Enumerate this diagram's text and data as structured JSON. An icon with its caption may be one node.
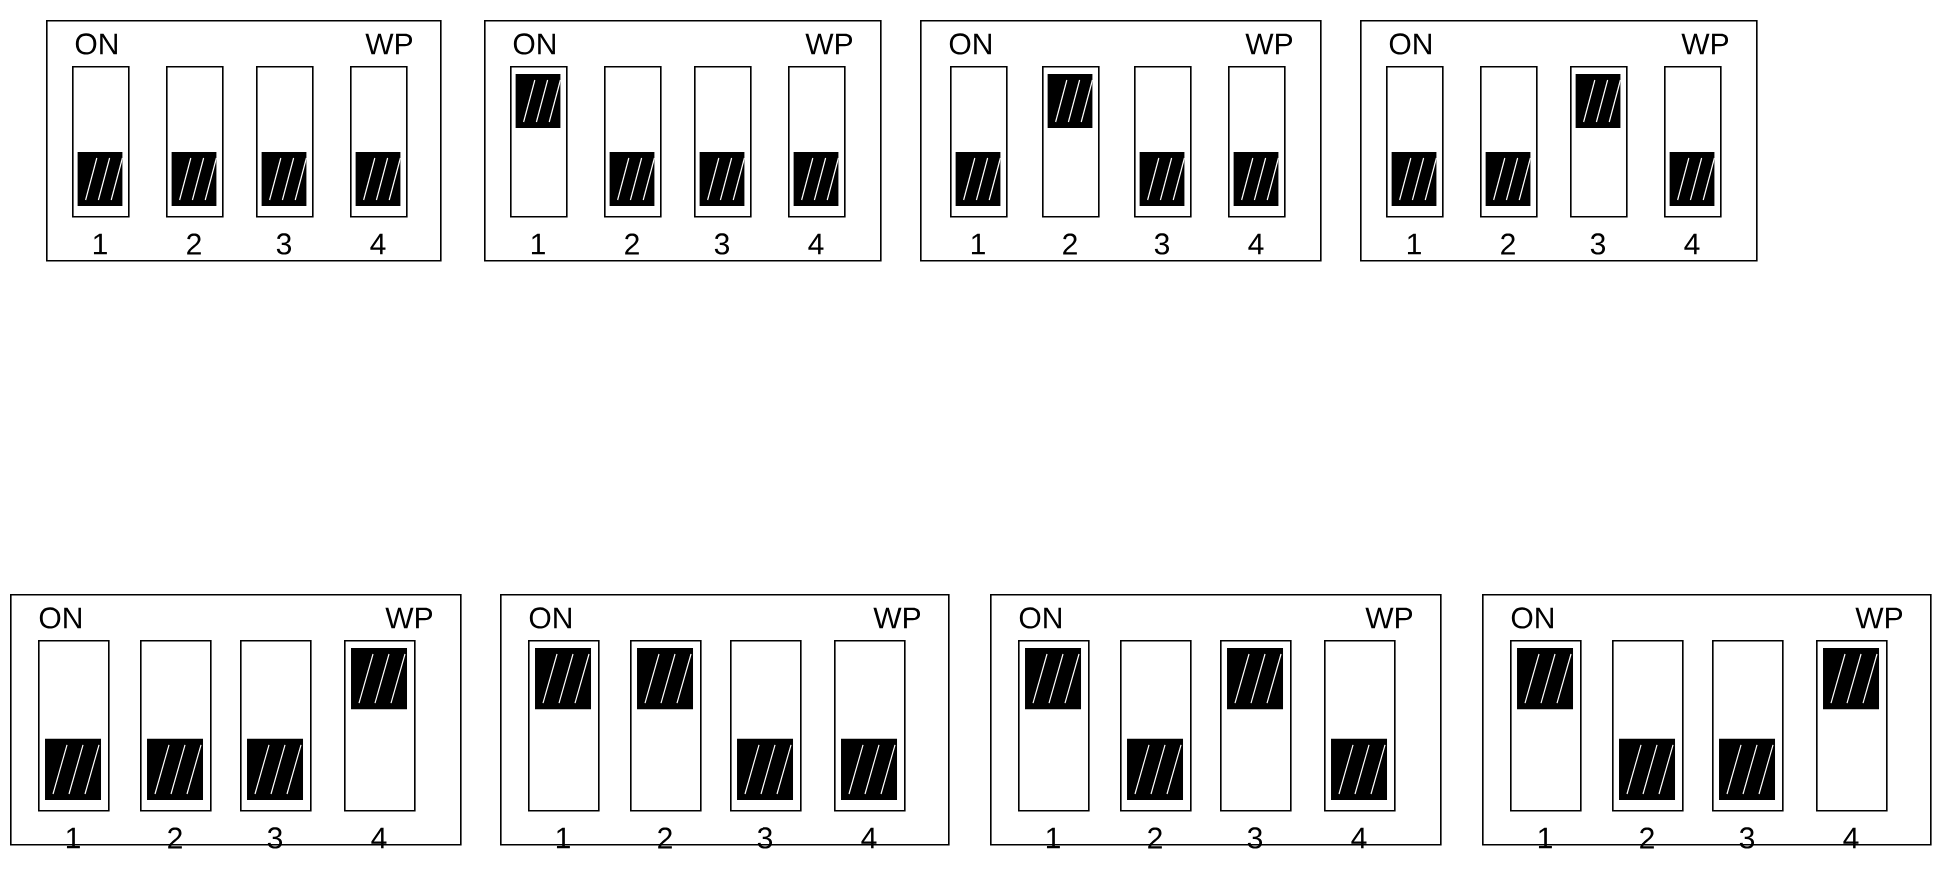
{
  "diagram": {
    "nodes": [
      {
        "text": [
          "ON",
          "WP"
        ]
      },
      {
        "text": [],
        "shape": "box",
        "in": 0,
        "beside": [
          "1"
        ]
      },
      {
        "text": [],
        "shape": "box",
        "in": 0,
        "beside": [
          "2"
        ]
      },
      {
        "text": [],
        "shape": "box",
        "in": 0,
        "beside": [
          "3"
        ]
      },
      {
        "text": [],
        "shape": "box",
        "in": 0,
        "beside": [
          "4"
        ]
      },
      {
        "text": [
          "ON",
          "WP"
        ]
      },
      {
        "text": [],
        "shape": "box",
        "in": 5,
        "beside": [
          "1"
        ]
      },
      {
        "text": [],
        "shape": "box",
        "in": 5,
        "beside": [
          "2"
        ]
      },
      {
        "text": [],
        "shape": "box",
        "in": 5,
        "beside": [
          "3"
        ]
      },
      {
        "text": [],
        "shape": "box",
        "in": 5,
        "beside": [
          "4"
        ]
      },
      {
        "text": [
          "ON",
          "WP"
        ]
      },
      {
        "text": [],
        "shape": "box",
        "in": 10,
        "beside": [
          "1"
        ]
      },
      {
        "text": [],
        "shape": "box",
        "in": 10,
        "beside": [
          "2"
        ]
      },
      {
        "text": [],
        "shape": "box",
        "in": 10,
        "beside": [
          "3"
        ]
      },
      {
        "text": [],
        "shape": "box",
        "in": 10,
        "beside": [
          "4"
        ]
      },
      {
        "text": [
          "ON",
          "WP"
        ]
      },
      {
        "text": [],
        "shape": "box",
        "in": 15,
        "beside": [
          "1"
        ]
      },
      {
        "text": [],
        "shape": "box",
        "in": 15,
        "beside": [
          "2"
        ]
      },
      {
        "text": [],
        "shape": "box",
        "in": 15,
        "beside": [
          "3"
        ]
      },
      {
        "text": [],
        "shape": "box",
        "in": 15,
        "beside": [
          "4"
        ]
      },
      {
        "text": [
          "ON",
          "WP"
        ]
      },
      {
        "text": [],
        "shape": "box",
        "in": 20,
        "beside": [
          "1"
        ]
      },
      {
        "text": [],
        "shape": "box",
        "in": 20,
        "beside": [
          "2"
        ]
      },
      {
        "text": [],
        "shape": "box",
        "in": 20,
        "beside": [
          "3"
        ]
      },
      {
        "text": [],
        "shape": "box",
        "in": 20,
        "beside": [
          "4"
        ]
      },
      {
        "text": [
          "ON",
          "WP"
        ]
      },
      {
        "text": [],
        "shape": "box",
        "in": 25,
        "beside": [
          "1"
        ]
      },
      {
        "text": [],
        "shape": "box",
        "in": 25,
        "beside": [
          "2"
        ]
      },
      {
        "text": [],
        "shape": "box",
        "in": 25,
        "beside": [
          "3"
        ]
      },
      {
        "text": [],
        "shape": "box",
        "in": 25,
        "beside": [
          "4"
        ]
      },
      {
        "text": [
          "ON",
          "WP"
        ]
      },
      {
        "text": [],
        "shape": "box",
        "in": 30,
        "beside": [
          "1"
        ]
      },
      {
        "text": [],
        "shape": "box",
        "in": 30,
        "beside": [
          "2"
        ]
      },
      {
        "text": [],
        "shape": "box",
        "in": 30,
        "beside": [
          "3"
        ]
      },
      {
        "text": [],
        "shape": "box",
        "in": 30,
        "beside": [
          "4"
        ]
      },
      {
        "text": [
          "ON",
          "WP"
        ]
      },
      {
        "text": [],
        "shape": "box",
        "in": 35,
        "beside": [
          "1"
        ]
      },
      {
        "text": [],
        "shape": "box",
        "in": 35,
        "beside": [
          "2"
        ]
      },
      {
        "text": [],
        "shape": "box",
        "in": 35,
        "beside": [
          "3"
        ]
      },
      {
        "text": [],
        "shape": "box",
        "in": 35,
        "beside": [
          "4"
        ]
      }
    ]
  }
}
